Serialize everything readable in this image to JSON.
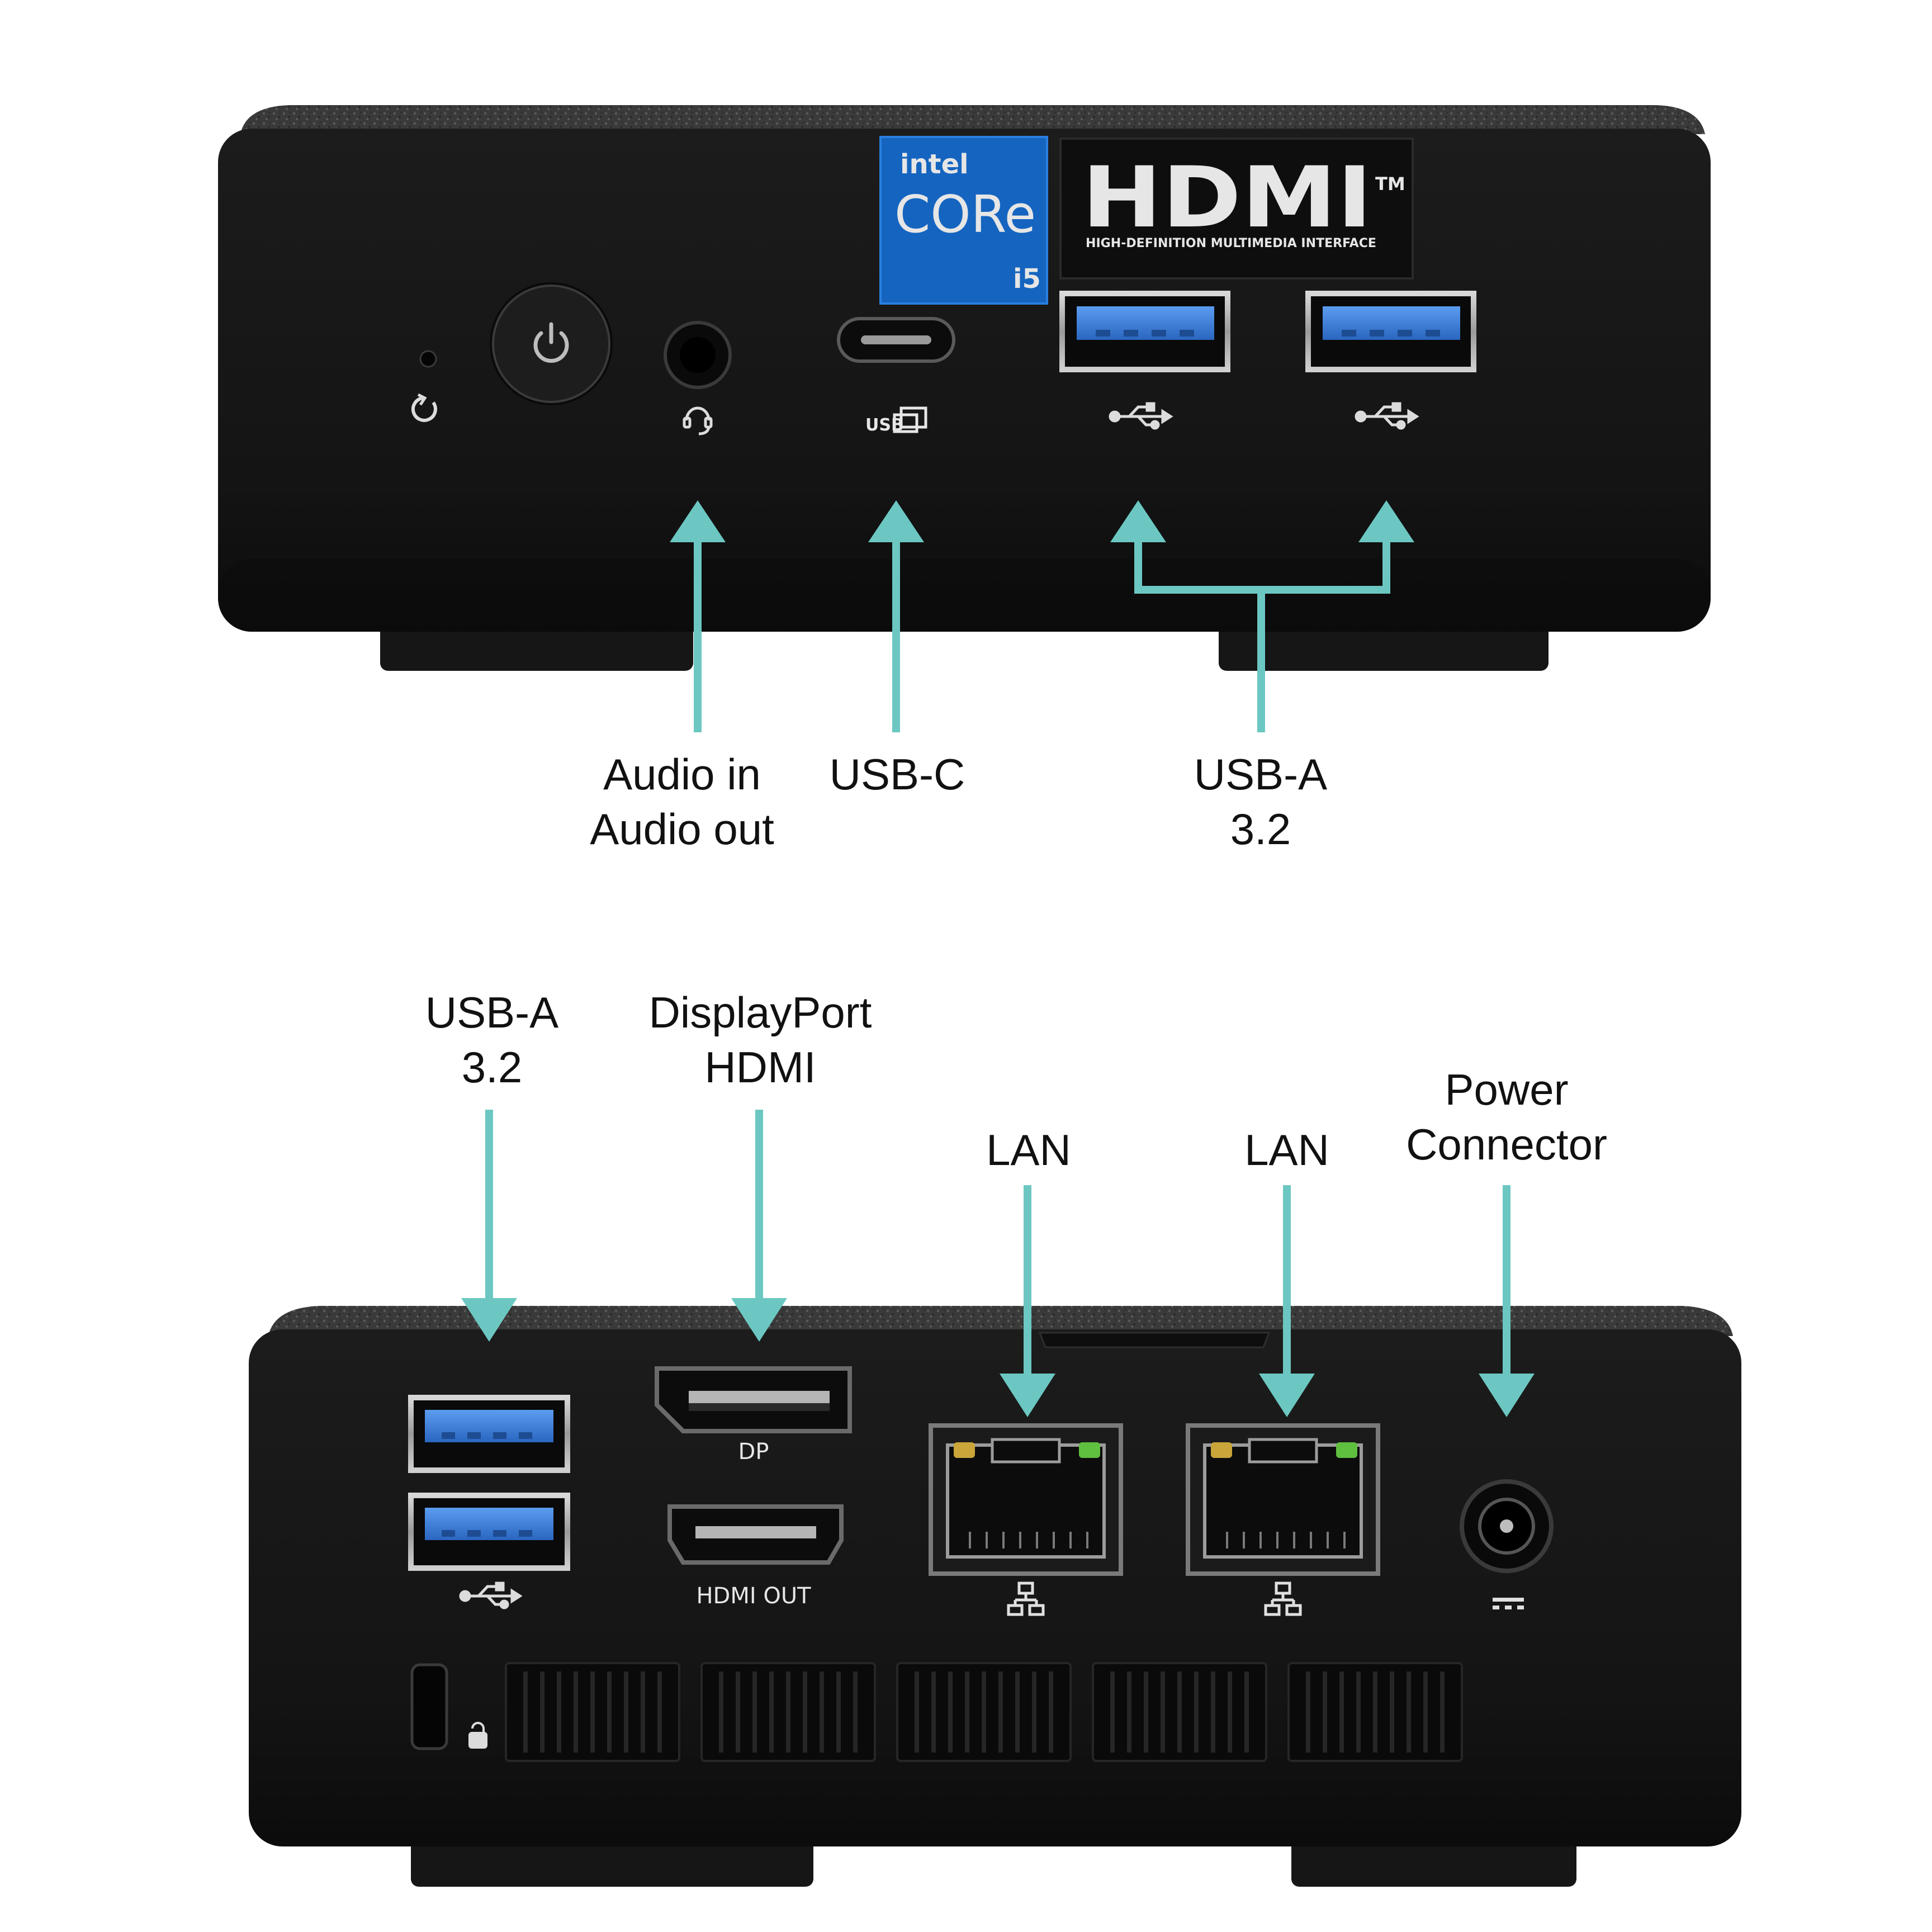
{
  "colors": {
    "arrow": "#6cc7c2",
    "chassis": "#141414",
    "fabric_top": "#3a3a3a",
    "usb3_blue": "#3b7fd6",
    "badge_blue": "#1565c0",
    "led_green": "#5fbf3f",
    "led_amber": "#c9a53a"
  },
  "front": {
    "callouts": {
      "audio": {
        "line1": "Audio in",
        "line2": "Audio out"
      },
      "usbc": {
        "line1": "USB-C"
      },
      "usba": {
        "line1": "USB-A",
        "line2": "3.2"
      }
    },
    "badges": {
      "intel": {
        "brand": "intel",
        "line": "CORe",
        "tier": "i5"
      },
      "hdmi": {
        "logo": "HDMI",
        "tm": "TM",
        "tagline": "HIGH-DEFINITION MULTIMEDIA INTERFACE"
      }
    },
    "port_labels": {
      "usbc": "USB"
    },
    "icons": [
      "reset-icon",
      "power-icon",
      "headset-icon",
      "usb-display-icon",
      "usb-icon",
      "usb-icon"
    ]
  },
  "rear": {
    "callouts": {
      "usba": {
        "line1": "USB-A",
        "line2": "3.2"
      },
      "video": {
        "line1": "DisplayPort",
        "line2": "HDMI"
      },
      "lan1": {
        "line1": "LAN"
      },
      "lan2": {
        "line1": "LAN"
      },
      "power": {
        "line1": "Power",
        "line2": "Connector"
      }
    },
    "port_labels": {
      "dp": "DP",
      "hdmi": "HDMI OUT"
    },
    "icons": [
      "usb-icon",
      "network-icon",
      "network-icon",
      "dc-power-icon",
      "kensington-lock-icon"
    ]
  }
}
